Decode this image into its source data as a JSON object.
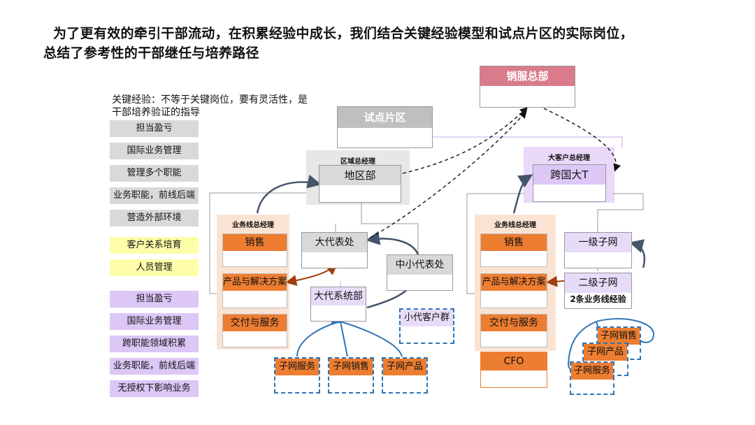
{
  "title": {
    "line1": "为了更有效的牵引干部流动，在积累经验中成长，我们结合关键经验模型和试点片区的实际岗位，",
    "line2": "总结了参考性的干部继任与培养路径"
  },
  "note": "关键经验：不等于关键岗位，要有灵活性，是干部培养验证的指导",
  "experience_tags": {
    "gray": [
      "担当盈亏",
      "国际业务管理",
      "管理多个职能",
      "业务职能，前线后端",
      "营造外部环境"
    ],
    "yellow": [
      "客户关系培育",
      "人员管理"
    ],
    "purple": [
      "担当盈亏",
      "国际业务管理",
      "跨职能领域积累",
      "业务职能，前线后端",
      "无授权下影响业务"
    ]
  },
  "nodes": {
    "sales_hq": "销服总部",
    "pilot_area": "试点片区",
    "region_gm": "区域总经理",
    "region_dept": "地区部",
    "key_account_gm": "大客户总经理",
    "mnc": "跨国大T",
    "bu_gm_left": "业务线总经理",
    "bu_gm_right": "业务线总经理",
    "sales": "销售",
    "product_solution": "产品与解决方案",
    "delivery_service": "交付与服务",
    "big_rep_office": "大代表处",
    "small_rep_office": "中小代表处",
    "big_system_dept": "大代系统部",
    "small_customer_group": "小代客户群",
    "sub_net_service": "子网服务",
    "sub_net_sales": "子网销售",
    "sub_net_product": "子网产品",
    "level1_subnet": "一级子网",
    "level2_subnet": "二级子网",
    "two_bu_exp": "2条业务线经验",
    "cfo": "CFO"
  },
  "colors": {
    "orange": "#ed7d31",
    "gray_tag": "#d9d9d9",
    "yellow_tag": "#fdfdaa",
    "purple_tag": "#dcc7f7",
    "blue_arrow": "#44546a",
    "dash_blue": "#2e75b6",
    "brown_arrow": "#a0400f"
  }
}
